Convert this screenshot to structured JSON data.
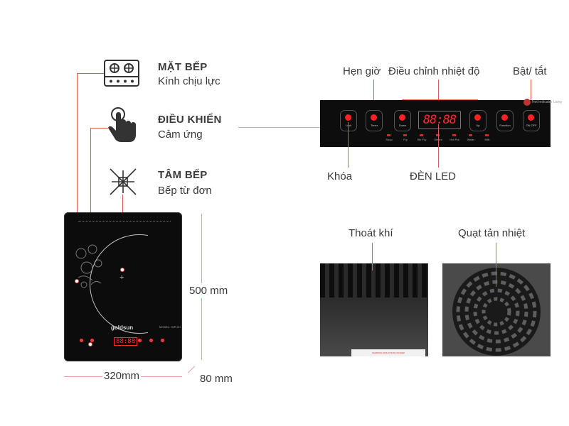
{
  "features": {
    "surface": {
      "title": "MẶT BẾP",
      "subtitle": "Kính chịu lực",
      "icon": "hob-icon"
    },
    "control": {
      "title": "ĐIỀU KHIỂN",
      "subtitle": "Cảm ứng",
      "icon": "touch-hand-icon"
    },
    "zone": {
      "title": "TÂM BẾP",
      "subtitle": "Bếp từ đơn",
      "icon": "induction-zone-icon"
    }
  },
  "panel": {
    "label_timer": "Hẹn giờ",
    "label_temp": "Điều chỉnh nhiệt độ",
    "label_power": "Bật/ tắt",
    "label_lock": "Khóa",
    "label_led": "ĐÈN LED",
    "display": "88:88",
    "buttons": [
      "Lock",
      "Timer",
      "Down",
      "",
      "Up",
      "Function",
      "ON OFF"
    ],
    "modes": [
      "Soup",
      "Fry",
      "Stir Fry",
      "Steam",
      "Hot Pot",
      "Water",
      "Milk"
    ],
    "indicator_text": "Hot Indicator Lamp"
  },
  "cooktop": {
    "brand": "goldsun",
    "model": "MODEL: GIP-0H",
    "display": "88:88",
    "width": "320mm",
    "height": "500 mm",
    "depth": "80 mm"
  },
  "details": {
    "exhaust": "Thoát khí",
    "fan": "Quạt tản nhiệt",
    "sticker": "WARNING INDUCTION COOKER"
  },
  "colors": {
    "accent": "#e05a5a",
    "glass": "#0c0c0c",
    "led": "#ff2a2a"
  }
}
